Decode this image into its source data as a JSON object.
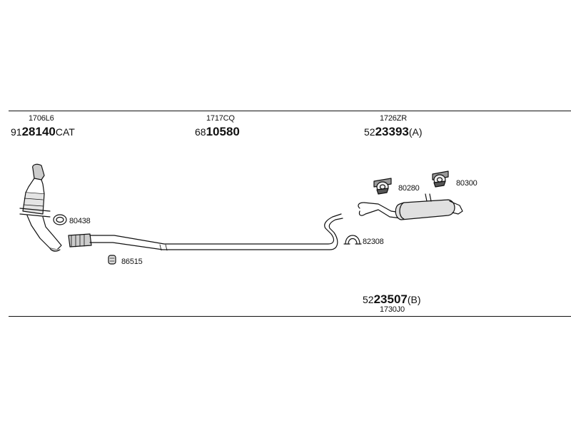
{
  "parts": {
    "catalyst": {
      "code": "1706L6",
      "prefix": "91",
      "number": "28140",
      "suffix": "CAT"
    },
    "middle_pipe": {
      "code": "1717CQ",
      "prefix": "68",
      "number": "10580",
      "suffix": ""
    },
    "rear_muffler": {
      "code": "1726ZR",
      "prefix": "52",
      "number": "23393",
      "suffix": "(A)"
    },
    "rear_muffler_b": {
      "code": "1730J0",
      "prefix": "52",
      "number": "23507",
      "suffix": "(B)"
    }
  },
  "small_parts": {
    "gasket": "80438",
    "clamp_nut": "86515",
    "clamp": "82308",
    "hanger_1": "80280",
    "hanger_2": "80300"
  }
}
